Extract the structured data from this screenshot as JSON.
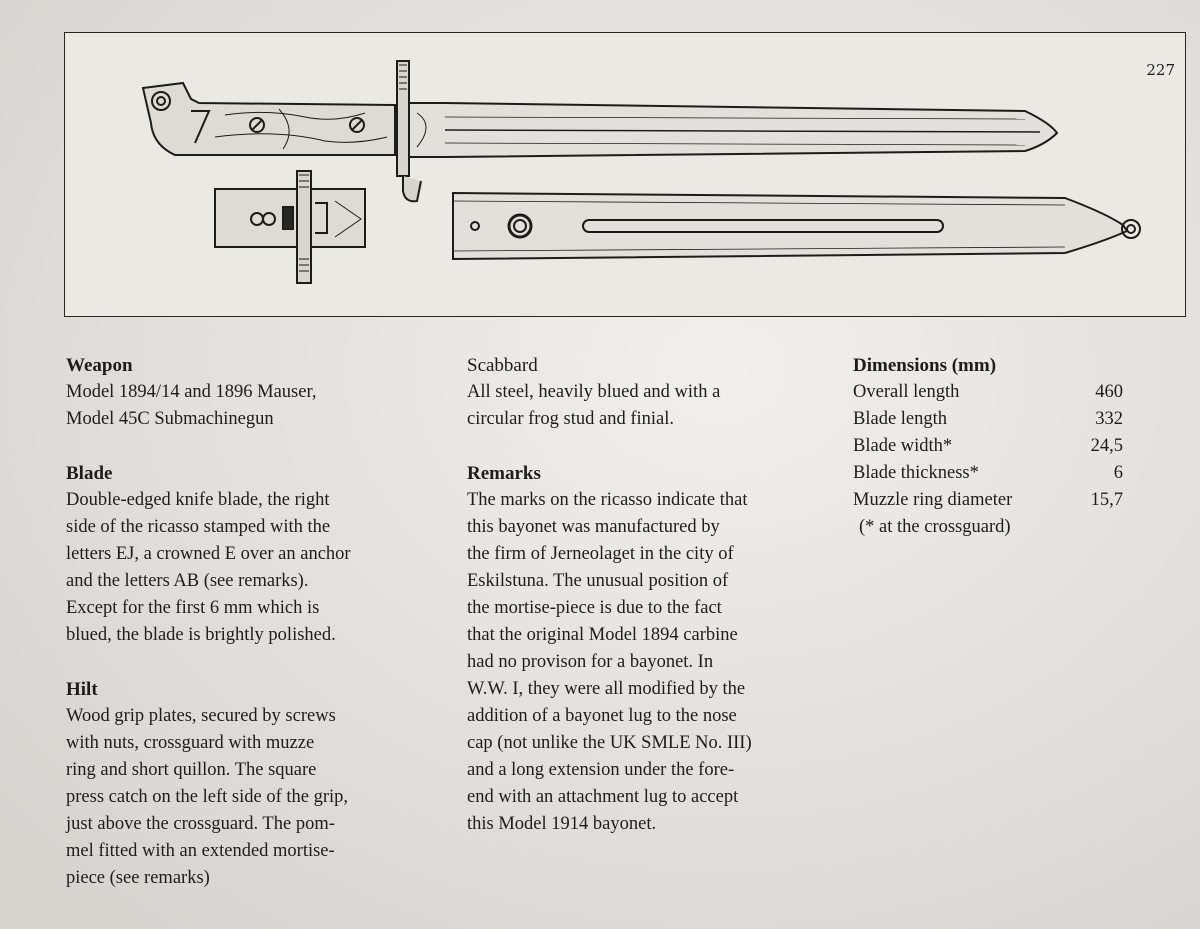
{
  "page_number": "227",
  "sections": {
    "weapon": {
      "heading": "Weapon",
      "lines": [
        "Model 1894/14 and 1896 Mauser,",
        "Model 45C Submachinegun"
      ]
    },
    "blade": {
      "heading": "Blade",
      "lines": [
        "Double-edged knife blade, the right",
        "side of the ricasso stamped with the",
        "letters EJ, a crowned E over an anchor",
        "and the letters AB (see remarks).",
        "Except for the first 6 mm which is",
        "blued, the blade is brightly polished."
      ]
    },
    "hilt": {
      "heading": "Hilt",
      "lines": [
        "Wood grip plates, secured by screws",
        "with nuts, crossguard with muzze",
        "ring and short quillon. The square",
        "press catch on the left side of the grip,",
        "just above the crossguard. The pom-",
        "mel fitted with an extended mortise-",
        "piece (see remarks)"
      ]
    },
    "scabbard": {
      "heading": "Scabbard",
      "lines": [
        "All steel, heavily blued and with a",
        "circular frog stud and finial."
      ]
    },
    "remarks": {
      "heading": "Remarks",
      "lines": [
        "The marks on the ricasso indicate that",
        "this bayonet was manufactured by",
        "the firm of Jerneolaget in the city of",
        "Eskilstuna. The unusual position of",
        "the mortise-piece is due to the fact",
        "that the original Model 1894 carbine",
        "had no provison for a bayonet. In",
        "W.W. I, they were all modified by the",
        "addition of a bayonet lug to the nose",
        "cap (not unlike the UK SMLE No. III)",
        "and a long extension under the fore-",
        "end with an attachment lug to accept",
        "this Model 1914 bayonet."
      ]
    },
    "dimensions": {
      "heading": "Dimensions (mm)",
      "rows": [
        {
          "label": "Overall length",
          "value": "460"
        },
        {
          "label": "Blade length",
          "value": "332"
        },
        {
          "label": "Blade width*",
          "value": "24,5"
        },
        {
          "label": "Blade thickness*",
          "value": "6"
        },
        {
          "label": "Muzzle ring diameter",
          "value": "15,7"
        }
      ],
      "note": "(* at the crossguard)"
    }
  }
}
